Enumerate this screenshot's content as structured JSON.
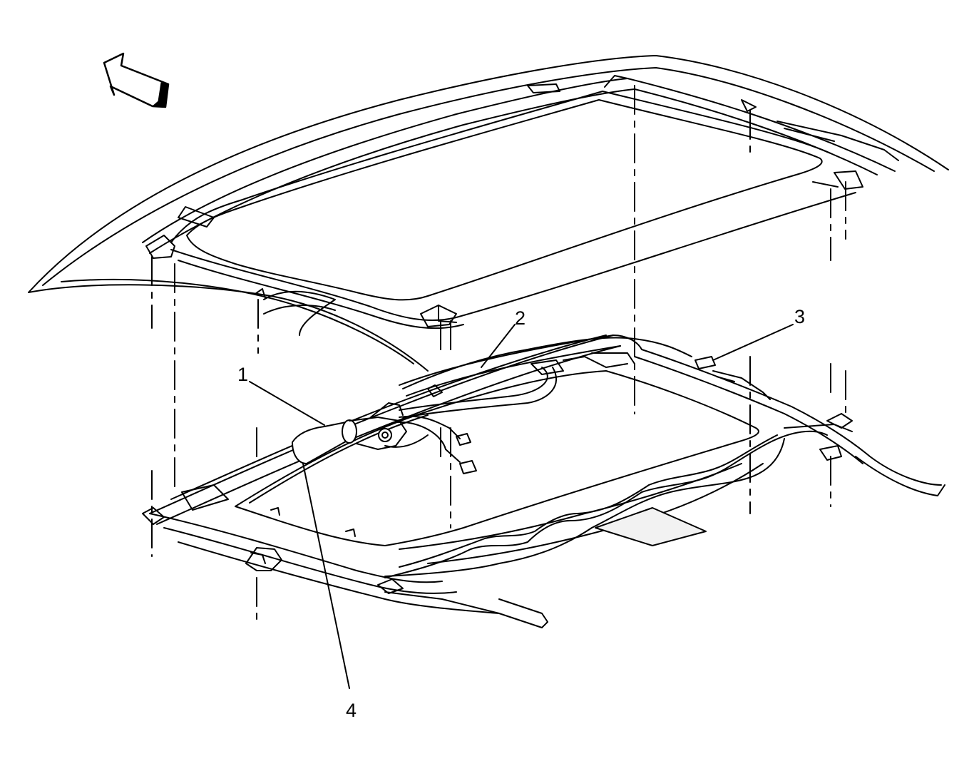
{
  "colors": {
    "line": "#000000",
    "background": "#ffffff",
    "shade": "#f2f2f2"
  },
  "callouts": [
    {
      "id": "1",
      "label": "1"
    },
    {
      "id": "2",
      "label": "2"
    },
    {
      "id": "3",
      "label": "3"
    },
    {
      "id": "4",
      "label": "4"
    }
  ],
  "icons": {
    "direction_arrow": "front-direction-arrow-icon"
  }
}
